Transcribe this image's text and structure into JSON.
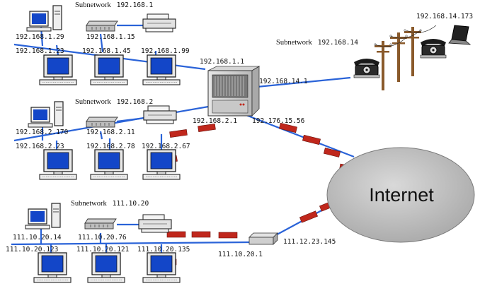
{
  "subnets": [
    {
      "title": "Subnetwork",
      "ip": "192.168.1"
    },
    {
      "title": "Subnetwork",
      "ip": "192.168.2"
    },
    {
      "title": "Subnetwork",
      "ip": "111.10.20"
    },
    {
      "title": "Subnetwork",
      "ip": "192.168.14"
    }
  ],
  "labels": {
    "n1_pc_top": "192.168.1.29",
    "n1_hub": "192.168.1.15",
    "n1_pc_a": "192.168.1.23",
    "n1_pc_b": "192.168.1.45",
    "n1_pc_c": "192.168.1.99",
    "n2_pc_top": "192.168.2.170",
    "n2_hub": "192.168.2.11",
    "n2_pc_a": "192.168.2.23",
    "n2_pc_b": "192.168.2.78",
    "n2_pc_c": "192.168.2.67",
    "n3_pc_top": "111.10.20.14",
    "n3_hub": "111.10.20.76",
    "n3_pc_a": "111.10.20.123",
    "n3_pc_b": "111.10.20.121",
    "n3_pc_c": "111.10.20.135",
    "router_top": "192.168.1.1",
    "router_right": "192.168.14.1",
    "router_left": "192.168.2.1",
    "router_internet": "192.176.15.56",
    "router2_left": "111.10.20.1",
    "router2_right": "111.12.23.145",
    "laptop": "192.168.14.173"
  },
  "internet": {
    "label": "Internet"
  },
  "colors": {
    "wire": "#2a63d8",
    "packet": "#c0271c",
    "cloud": "#bdbdbd",
    "screen": "#1346c8"
  }
}
